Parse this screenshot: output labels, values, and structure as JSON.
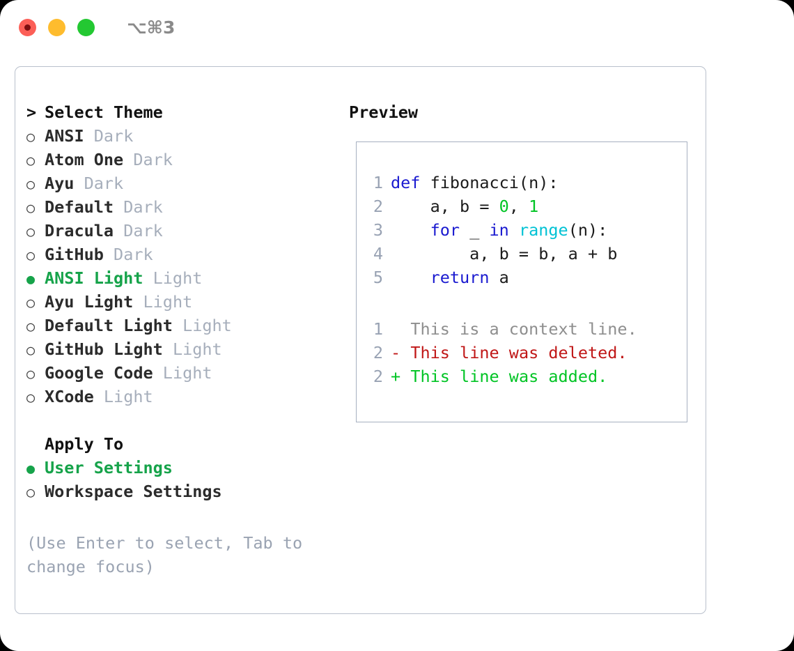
{
  "titlebar": {
    "traffic_lights": [
      {
        "name": "close",
        "color": "#fc5f57"
      },
      {
        "name": "minimize",
        "color": "#febc2e"
      },
      {
        "name": "maximize",
        "color": "#23c832"
      }
    ],
    "shortcut": "⌥⌘3"
  },
  "colors": {
    "accent_green": "#16a34a",
    "muted": "#a6aebb",
    "hint": "#9aa3b2",
    "border_outer": "#b9c0cc",
    "border_preview": "#a6b0c0",
    "keyword": "#1a1ad0",
    "function": "#00c2d4",
    "number": "#00c424",
    "diff_add": "#00c424",
    "diff_del": "#c01717",
    "diff_ctx": "#8e8e8e",
    "lineno": "#98a2b3"
  },
  "theme_list": {
    "header_marker": ">",
    "header_label": "Select Theme",
    "marker_selected": "●",
    "marker_unselected": "○",
    "items": [
      {
        "marker": "○",
        "name": "ANSI",
        "tag": "Dark",
        "selected": false
      },
      {
        "marker": "○",
        "name": "Atom One",
        "tag": "Dark",
        "selected": false
      },
      {
        "marker": "○",
        "name": "Ayu",
        "tag": "Dark",
        "selected": false
      },
      {
        "marker": "○",
        "name": "Default",
        "tag": "Dark",
        "selected": false
      },
      {
        "marker": "○",
        "name": "Dracula",
        "tag": "Dark",
        "selected": false
      },
      {
        "marker": "○",
        "name": "GitHub",
        "tag": "Dark",
        "selected": false
      },
      {
        "marker": "●",
        "name": "ANSI Light",
        "tag": "Light",
        "selected": true
      },
      {
        "marker": "○",
        "name": "Ayu Light",
        "tag": "Light",
        "selected": false
      },
      {
        "marker": "○",
        "name": "Default Light",
        "tag": "Light",
        "selected": false
      },
      {
        "marker": "○",
        "name": "GitHub Light",
        "tag": "Light",
        "selected": false
      },
      {
        "marker": "○",
        "name": "Google Code",
        "tag": "Light",
        "selected": false
      },
      {
        "marker": "○",
        "name": "XCode",
        "tag": "Light",
        "selected": false
      }
    ]
  },
  "apply_to": {
    "label": "Apply To",
    "options": [
      {
        "marker": "●",
        "label": "User Settings",
        "selected": true
      },
      {
        "marker": "○",
        "label": "Workspace Settings",
        "selected": false
      }
    ]
  },
  "hint": "(Use Enter to select, Tab to change focus)",
  "preview": {
    "title": "Preview",
    "code_lines": [
      {
        "no": "1",
        "tokens": [
          {
            "t": "def",
            "k": "kw"
          },
          {
            "t": " fibonacci(n):",
            "k": "plain"
          }
        ]
      },
      {
        "no": "2",
        "tokens": [
          {
            "t": "    a, b = ",
            "k": "plain"
          },
          {
            "t": "0",
            "k": "num"
          },
          {
            "t": ", ",
            "k": "plain"
          },
          {
            "t": "1",
            "k": "num"
          }
        ]
      },
      {
        "no": "3",
        "tokens": [
          {
            "t": "    ",
            "k": "plain"
          },
          {
            "t": "for",
            "k": "kw"
          },
          {
            "t": " _ ",
            "k": "plain"
          },
          {
            "t": "in",
            "k": "kw"
          },
          {
            "t": " ",
            "k": "plain"
          },
          {
            "t": "range",
            "k": "fn"
          },
          {
            "t": "(n):",
            "k": "plain"
          }
        ]
      },
      {
        "no": "4",
        "tokens": [
          {
            "t": "        a, b = b, a + b",
            "k": "plain"
          }
        ]
      },
      {
        "no": "5",
        "tokens": [
          {
            "t": "    ",
            "k": "plain"
          },
          {
            "t": "return",
            "k": "kw"
          },
          {
            "t": " a",
            "k": "plain"
          }
        ]
      }
    ],
    "diff_lines": [
      {
        "no": "1",
        "sign": " ",
        "text": "This is a context line.",
        "kind": "ctx"
      },
      {
        "no": "2",
        "sign": "-",
        "text": "This line was deleted.",
        "kind": "del"
      },
      {
        "no": "2",
        "sign": "+",
        "text": "This line was added.",
        "kind": "add"
      }
    ]
  }
}
